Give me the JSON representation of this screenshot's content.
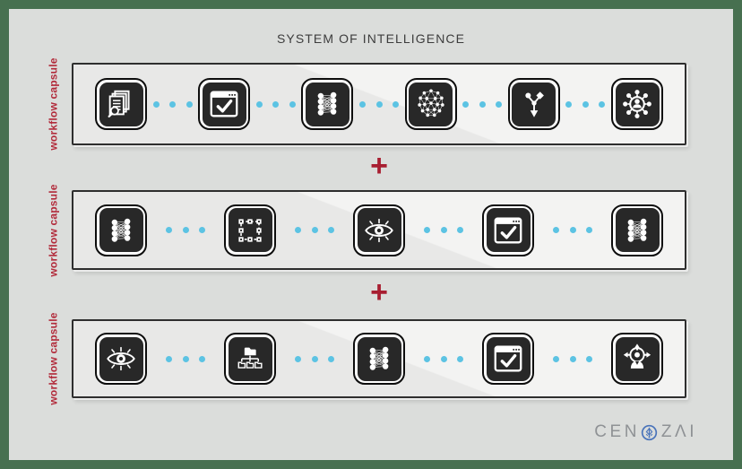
{
  "title": "SYSTEM OF INTELLIGENCE",
  "plus": "+",
  "capsules": [
    {
      "label": "workflow capsule",
      "icons": [
        "document-search-icon",
        "browser-check-icon",
        "neural-network-icon",
        "deep-network-icon",
        "branch-decision-icon",
        "people-hub-icon"
      ]
    },
    {
      "label": "workflow capsule",
      "icons": [
        "neural-network-icon",
        "bounding-box-icon",
        "eye-icon",
        "browser-check-icon",
        "neural-network-icon"
      ]
    },
    {
      "label": "workflow capsule",
      "icons": [
        "eye-icon",
        "folder-tree-icon",
        "neural-network-icon",
        "browser-check-icon",
        "person-route-icon"
      ]
    }
  ],
  "connector": {
    "dots_per_gap": 3
  },
  "logo": {
    "brand": "CENOZAI",
    "text_before": "CEN",
    "text_after": "ZΛI",
    "emblem": "cenozai-emblem-icon"
  },
  "colors": {
    "border_green": "#477050",
    "canvas_gray": "#dbdddb",
    "strip_gray": "#e8e8e7",
    "accent_red": "#a81e31",
    "label_red": "#b22b3b",
    "dot_blue": "#5cc3e3",
    "tile_dark": "#282828",
    "title_gray": "#3d3d3d",
    "logo_gray": "#8f9295",
    "logo_blue": "#4a74ba"
  }
}
